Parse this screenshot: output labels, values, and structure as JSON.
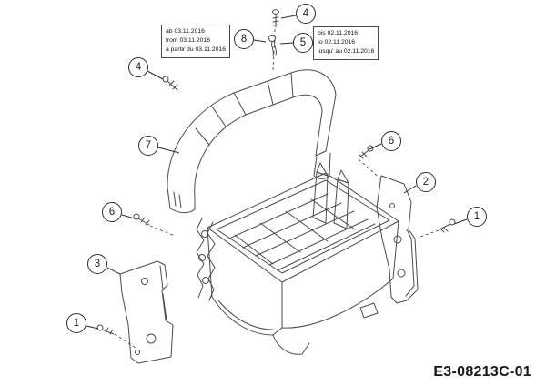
{
  "diagram": {
    "part_code": "E3-08213C-01",
    "annotations": {
      "left_box": {
        "lines": [
          "ab 03.11.2016",
          "from 03.11.2016",
          "à partir du 03.11.2016"
        ]
      },
      "right_box": {
        "lines": [
          "bis 02.11.2016",
          "to 02.11.2016",
          "jusqu' au 02.11.2016"
        ]
      }
    },
    "callouts": [
      {
        "label": "4"
      },
      {
        "label": "8"
      },
      {
        "label": "5"
      },
      {
        "label": "4"
      },
      {
        "label": "7"
      },
      {
        "label": "6"
      },
      {
        "label": "2"
      },
      {
        "label": "6"
      },
      {
        "label": "1"
      },
      {
        "label": "3"
      },
      {
        "label": "1"
      }
    ],
    "colors": {
      "line": "#4a4a4a",
      "callout_border": "#2b2b2b",
      "text": "#1d1d1d"
    }
  }
}
